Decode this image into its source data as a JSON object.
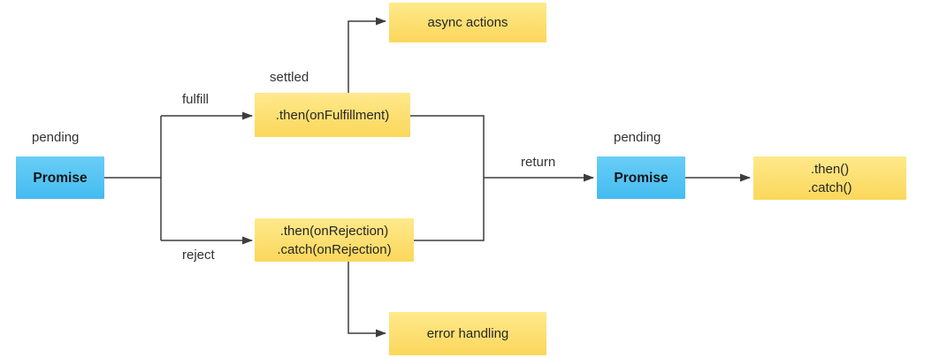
{
  "diagram": {
    "colors": {
      "node_blue_top": "#69cdf6",
      "node_blue_bottom": "#44bcf1",
      "node_yellow_top": "#fee98c",
      "node_yellow_bottom": "#fbd75b",
      "line": "#3d3d3d",
      "text": "#262626",
      "bg": "#ffffff"
    },
    "nodes": {
      "promise_left": {
        "label": "Promise"
      },
      "then_fulfillment": {
        "label": ".then(onFulfillment)"
      },
      "async_actions": {
        "label": "async actions"
      },
      "then_rejection": {
        "line1": ".then(onRejection)",
        "line2": ".catch(onRejection)"
      },
      "error_handling": {
        "label": "error handling"
      },
      "promise_right": {
        "label": "Promise"
      },
      "then_catch": {
        "line1": ".then()",
        "line2": ".catch()"
      }
    },
    "edge_labels": {
      "pending_left": "pending",
      "fulfill": "fulfill",
      "settled": "settled",
      "reject": "reject",
      "return_label": "return",
      "pending_right": "pending"
    }
  }
}
